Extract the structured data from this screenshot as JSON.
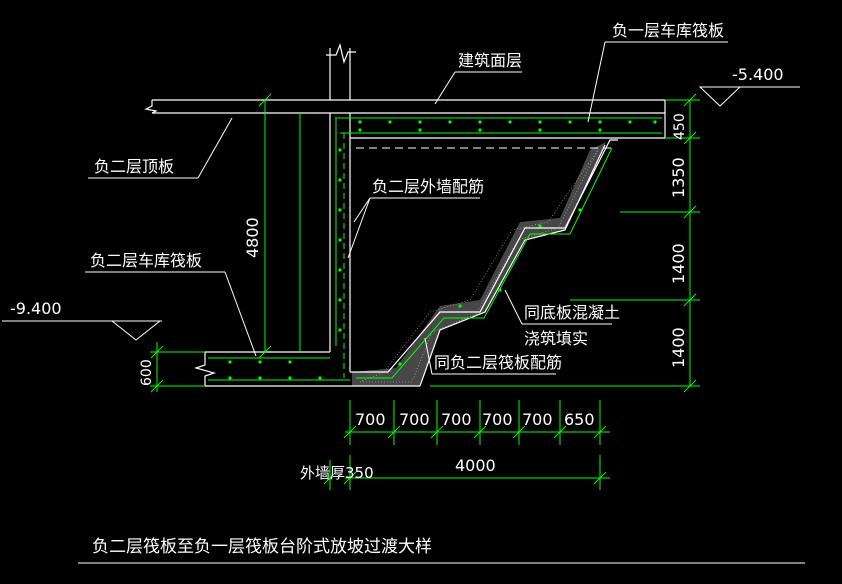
{
  "colors": {
    "background": "#000000",
    "structure": "#ffffff",
    "dimension": "#00ff00",
    "rebar": "#00ff00"
  },
  "labels": {
    "title": "负二层筏板至负一层筏板台阶式放坡过渡大样",
    "building_surface": "建筑面层",
    "b1_slab": "负一层车库筏板",
    "b2_roof": "负二层顶板",
    "b2_slab": "负二层车库筏板",
    "b2_wall_rebar": "负二层外墙配筋",
    "concrete_line1": "同底板混凝土",
    "concrete_line2": "浇筑填实",
    "b2_slab_rebar": "同负二层筏板配筋",
    "wall_thickness": "外墙厚350"
  },
  "elevations": {
    "top": "-5.400",
    "bottom": "-9.400"
  },
  "dims": {
    "wall_height": "4800",
    "slab_600": "600",
    "v_450": "450",
    "v_1350": "1350",
    "v_1400a": "1400",
    "v_1400b": "1400",
    "h_steps": [
      "700",
      "700",
      "700",
      "700",
      "700",
      "650"
    ],
    "h_total": "4000"
  }
}
